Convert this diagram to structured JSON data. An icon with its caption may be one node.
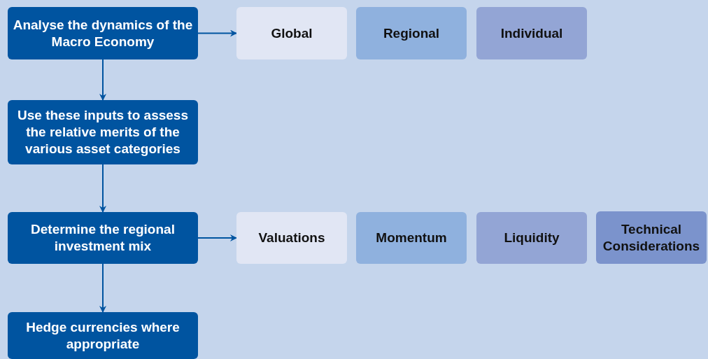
{
  "diagram": {
    "nodes": [
      {
        "text": [
          "Analyse the dynamics of the Macro Economy"
        ]
      },
      {
        "text": [
          "Global"
        ]
      },
      {
        "text": [
          "Regional"
        ]
      },
      {
        "text": [
          "Individual"
        ]
      },
      {
        "text": [
          "Use these inputs to assess the relative merits of the various asset categories"
        ]
      },
      {
        "text": [
          "Determine the regional investment mix"
        ]
      },
      {
        "text": [
          "Valuations"
        ]
      },
      {
        "text": [
          "Momentum"
        ]
      },
      {
        "text": [
          "Liquidity"
        ]
      },
      {
        "text": [
          "Technical Considerations"
        ]
      },
      {
        "text": [
          "Hedge currencies where appropriate"
        ]
      }
    ],
    "edges": [
      {
        "from": 0,
        "to": 1,
        "arrow": "to"
      },
      {
        "from": 0,
        "to": 4,
        "arrow": "to"
      },
      {
        "from": 4,
        "to": 5,
        "arrow": "to"
      },
      {
        "from": 5,
        "to": 6,
        "arrow": "to"
      },
      {
        "from": 5,
        "to": 10,
        "arrow": "to"
      }
    ]
  }
}
